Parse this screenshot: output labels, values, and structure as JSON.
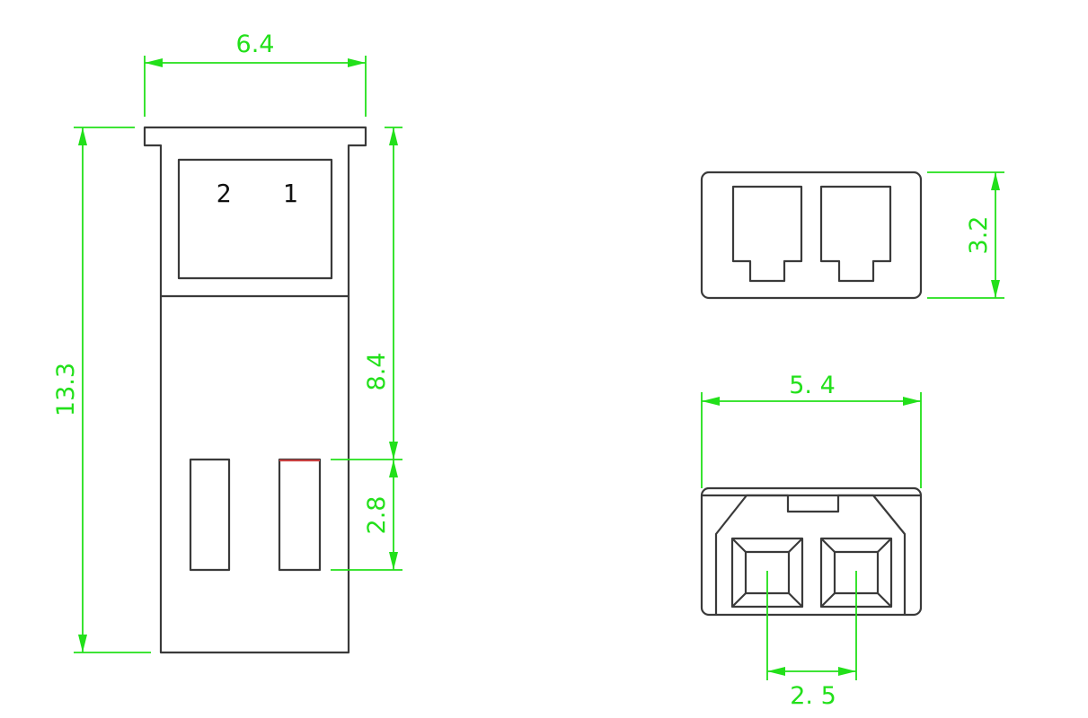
{
  "dimensions": {
    "side_top_width": "6.4",
    "side_total_height": "13.3",
    "side_upper_height": "8.4",
    "side_slot_height": "2.8",
    "end_view_height": "3.2",
    "front_width": "5. 4",
    "contact_pitch": "2. 5"
  },
  "pin_labels": {
    "pin_2": "2",
    "pin_1": "1"
  },
  "colors": {
    "dimension": "#22e01a",
    "outline": "#3a3a3a",
    "background": "#ffffff"
  }
}
